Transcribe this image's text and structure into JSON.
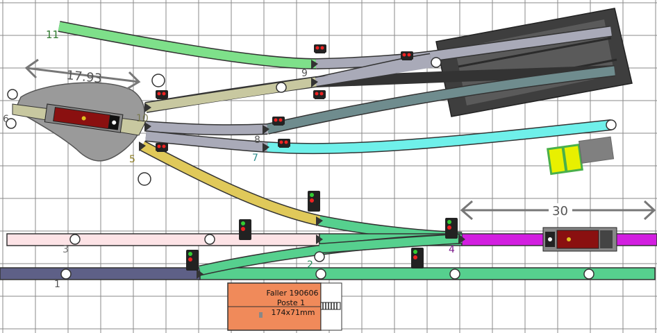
{
  "colors": {
    "background": "#ffffff",
    "grid": "#8a8a8a",
    "track_green": "#7ee08a",
    "track_grey": "#a9aab8",
    "track_olive": "#c8c8a0",
    "track_slate": "#6f8c8e",
    "track_cyan": "#6ff0ea",
    "track_yellow": "#e0c95a",
    "track_pink": "#fde3e6",
    "track_magenta": "#d21ee0",
    "track_navy": "#5e6087",
    "track_mint": "#56d08e",
    "turntable": "#9a9a9a",
    "shed_dark": "#3e3e3e",
    "building_fill": "#f08a5a"
  },
  "track_labels": {
    "t1": "1",
    "t2": "2",
    "t3": "3",
    "t4": "4",
    "t5": "5",
    "t6": "6",
    "t7": "7",
    "t8": "8",
    "t9": "9",
    "t10": "10",
    "t11": "11"
  },
  "dimensions": {
    "turntable_diameter": "17.93",
    "section_length": "30"
  },
  "building": {
    "name": "Faller 190606",
    "subtitle": "Poste 1",
    "size": "174x71mm"
  },
  "icons": {
    "signal": "railway-signal-icon",
    "locomotive": "locomotive-icon",
    "turntable": "turntable-icon",
    "engine_shed": "engine-shed-icon"
  }
}
